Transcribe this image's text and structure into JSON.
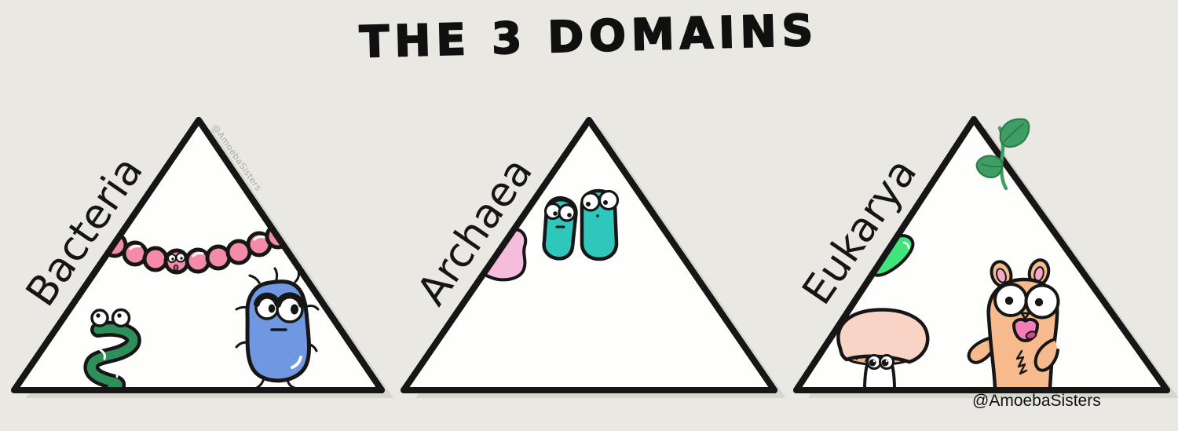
{
  "title": "THE 3 DOMAINS",
  "domains": [
    {
      "label": "Bacteria",
      "organisms": [
        "cocci-chain",
        "spirillum",
        "bacillus"
      ]
    },
    {
      "label": "Archaea",
      "organisms": [
        "pink-blob",
        "archaean-pair"
      ]
    },
    {
      "label": "Eukarya",
      "organisms": [
        "plant-sprout",
        "green-blob",
        "mushroom",
        "hamster"
      ]
    }
  ],
  "watermark_diagonal": "@AmoebaSisters",
  "credit": "@AmoebaSisters",
  "colors": {
    "background": "#e9e8e2",
    "triangle_fill": "#fefefd",
    "outline": "#161616",
    "shadow": "#d6d6ce",
    "cocci_pink": "#f48ba8",
    "cocci_mouth": "#c2577c",
    "spirillum_green": "#2f8f58",
    "bacillus_blue": "#6f97e2",
    "archaea_teal": "#2fc6bb",
    "archaea_pink_blob": "#f5bcdc",
    "eukarya_green_blob": "#41e57d",
    "sprout_green": "#3f9e63",
    "sprout_dark": "#2c7c4a",
    "mushroom_cap": "#f9d3c3",
    "mushroom_gills": "#efae83",
    "hamster_orange": "#f6ba8d",
    "hamster_ear_pink": "#f2a9ca",
    "hamster_mouth_pink": "#f47fb8",
    "hamster_tongue": "#d6468c"
  }
}
